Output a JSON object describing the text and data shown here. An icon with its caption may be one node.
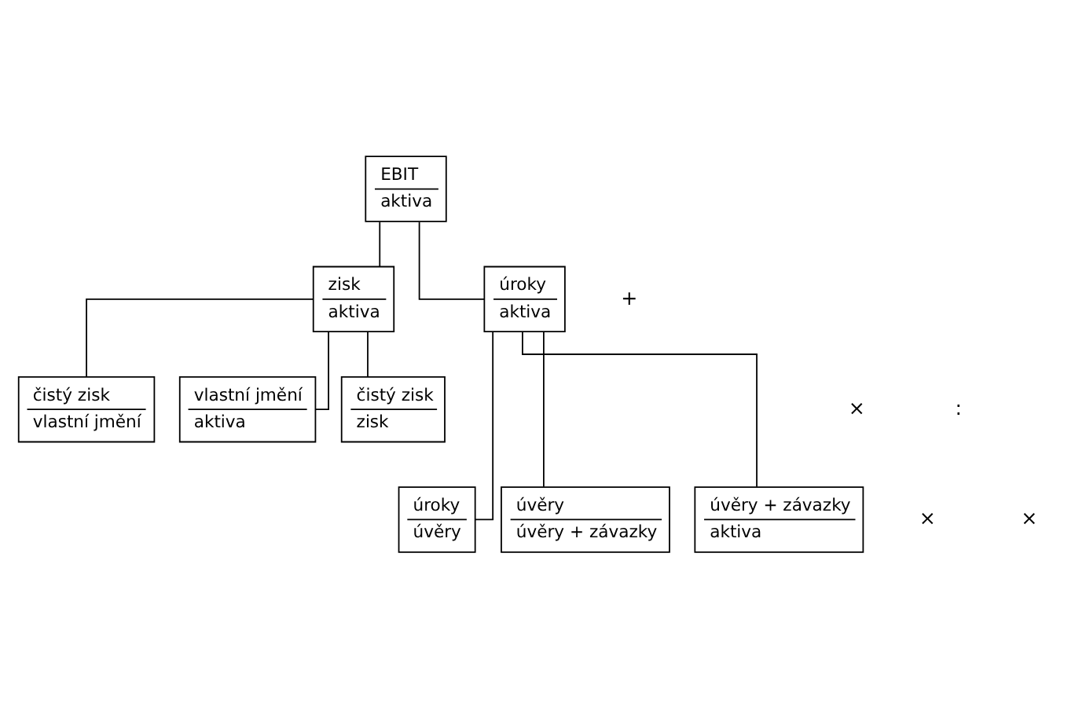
{
  "diagram": {
    "nodes": [
      {
        "text": [
          "EBIT",
          "aktiva"
        ]
      },
      {
        "text": [
          "zisk",
          "aktiva"
        ]
      },
      {
        "text": [
          "úroky",
          "aktiva"
        ]
      },
      {
        "text": [
          "čistý zisk",
          "vlastní jmění"
        ]
      },
      {
        "text": [
          "vlastní jmění",
          "aktiva"
        ]
      },
      {
        "text": [
          "čistý zisk",
          "zisk"
        ]
      },
      {
        "text": [
          "úroky",
          "úvěry"
        ]
      },
      {
        "text": [
          "úvěry",
          "úvěry + závazky"
        ]
      },
      {
        "text": [
          "úvěry + závazky",
          "aktiva"
        ]
      }
    ],
    "edges": [
      {
        "from": 0,
        "to": 1,
        "arrow": "none"
      },
      {
        "from": 0,
        "to": 2,
        "arrow": "none"
      },
      {
        "from": 1,
        "to": 3,
        "arrow": "none"
      },
      {
        "from": 1,
        "to": 4,
        "arrow": "none"
      },
      {
        "from": 1,
        "to": 5,
        "arrow": "none"
      },
      {
        "from": 2,
        "to": 6,
        "arrow": "none"
      },
      {
        "from": 2,
        "to": 7,
        "arrow": "none"
      },
      {
        "from": 2,
        "to": 8,
        "arrow": "none"
      }
    ],
    "labels": [
      "+",
      "×",
      ":",
      "×",
      "×"
    ]
  }
}
